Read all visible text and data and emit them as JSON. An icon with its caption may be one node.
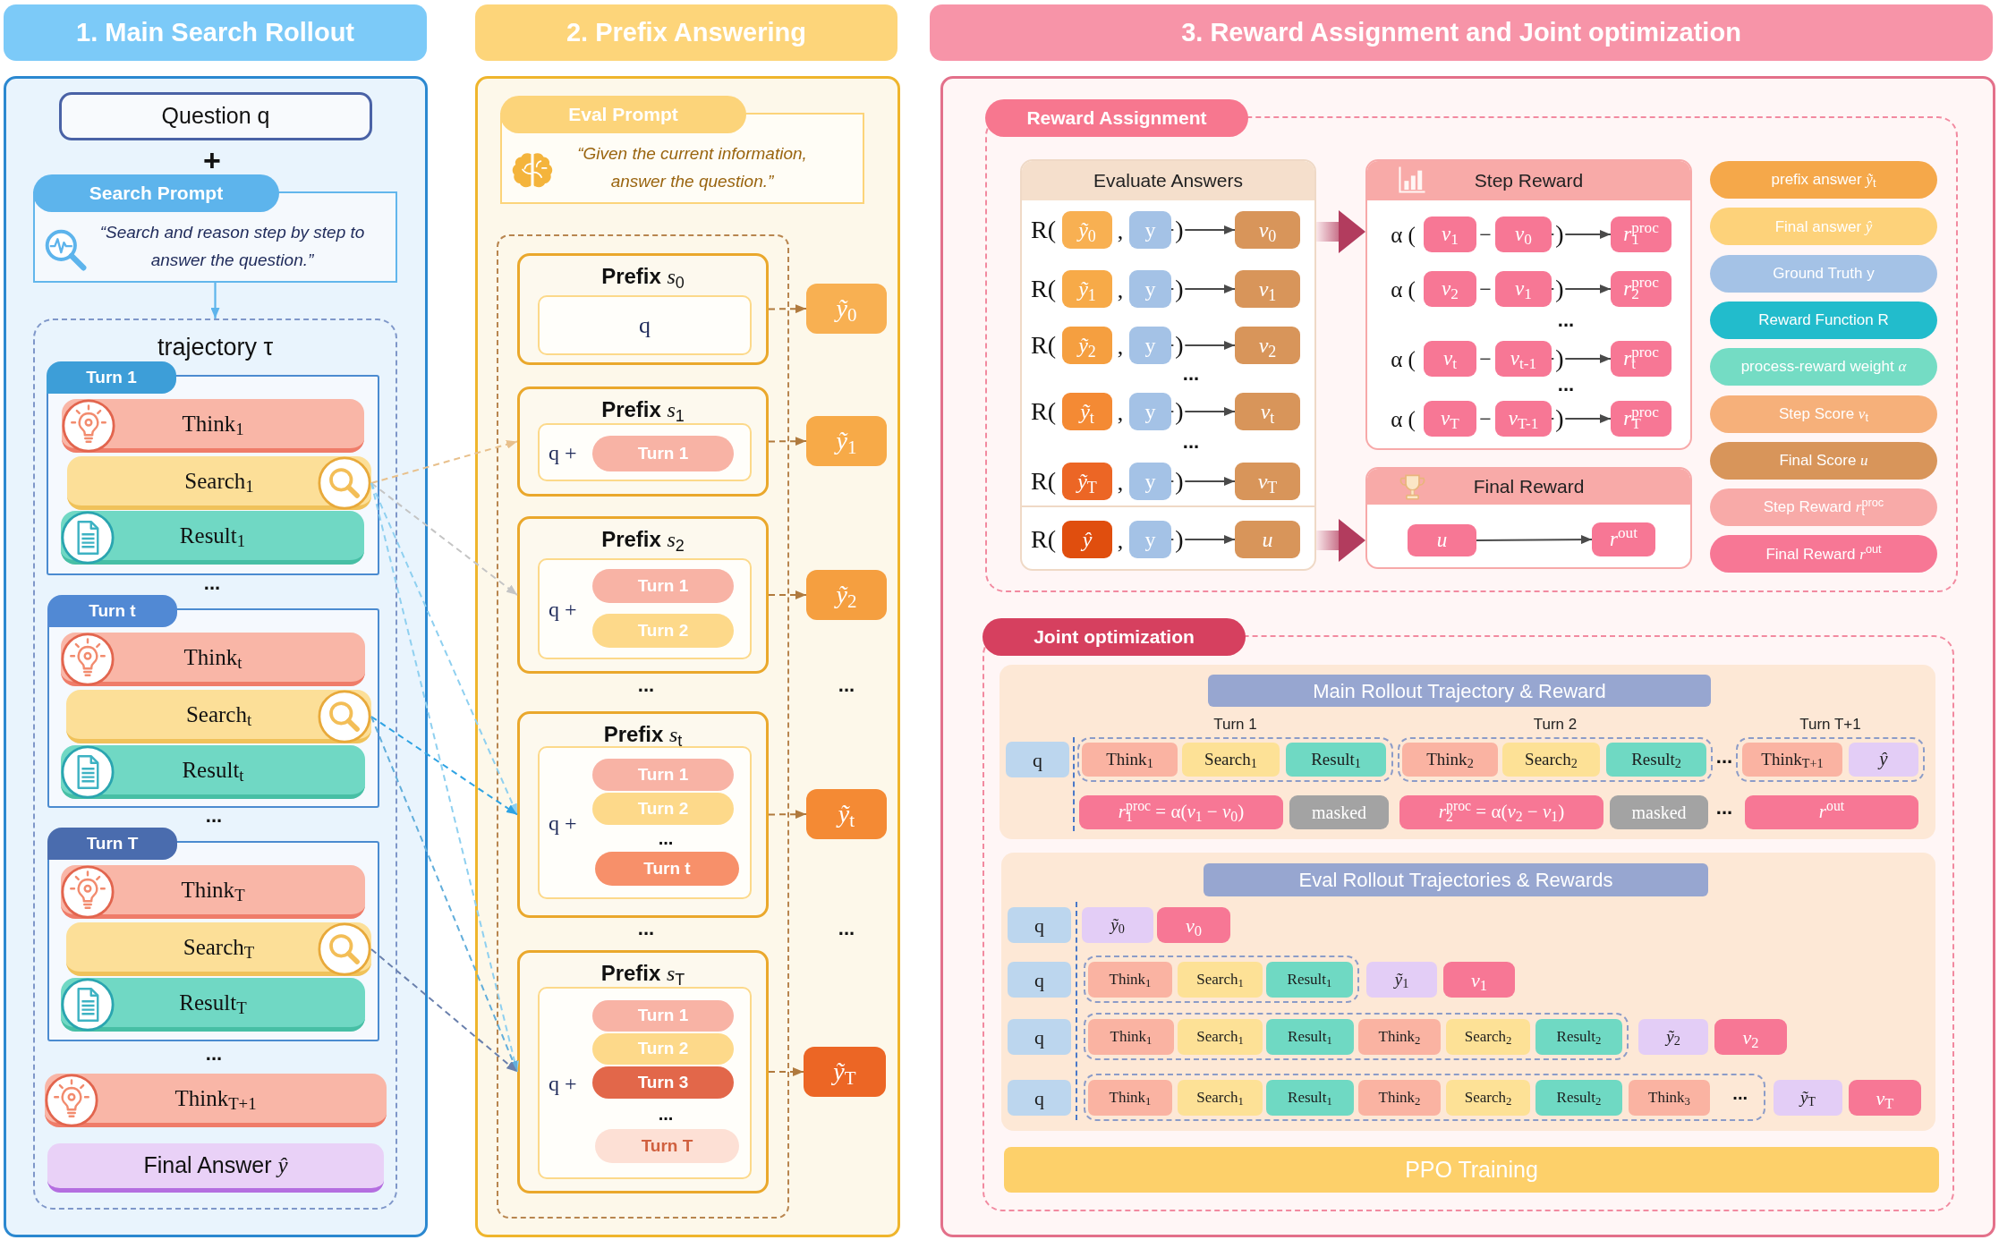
{
  "diagram": {
    "nodes": [
      {
        "text": [
          "1. Main Search Rollout"
        ]
      },
      {
        "text": [],
        "shape": "box"
      },
      {
        "text": [
          "Question q"
        ],
        "in": 1
      },
      {
        "text": [
          "Search Prompt",
          "“Search and reason step by step to answer the question.”"
        ],
        "in": 1
      },
      {
        "text": [
          "trajectory τ"
        ],
        "in": 1
      },
      {
        "text": [
          "Turn 1"
        ],
        "in": 4
      },
      {
        "text": [
          "Think$_{1}$"
        ],
        "in": 5
      },
      {
        "text": [
          "Search$_{1}$"
        ],
        "in": 5
      },
      {
        "text": [
          "Result$_{1}$"
        ],
        "in": 5
      },
      {
        "text": [
          "Turn t"
        ],
        "in": 4
      },
      {
        "text": [
          "Think$_{t}$"
        ],
        "in": 9
      },
      {
        "text": [
          "Search$_{t}$"
        ],
        "in": 9
      },
      {
        "text": [
          "Result$_{t}$"
        ],
        "in": 9
      },
      {
        "text": [
          "Turn T"
        ],
        "in": 4
      },
      {
        "text": [
          "Think$_{T}$"
        ],
        "in": 13
      },
      {
        "text": [
          "Search$_{T}$"
        ],
        "in": 13
      },
      {
        "text": [
          "Result$_{T}$"
        ],
        "in": 13
      },
      {
        "text": [
          "Think$_{T+1}$"
        ],
        "in": 4
      },
      {
        "text": [
          "Final Answer *ŷ*"
        ],
        "in": 4
      },
      {
        "text": [
          "2. Prefix Answering"
        ]
      },
      {
        "text": [],
        "shape": "box"
      },
      {
        "text": [
          "Eval Prompt",
          "“Given the current information, answer the question.”"
        ],
        "in": 20
      },
      {
        "text": [],
        "shape": "box",
        "in": 20
      },
      {
        "text": [
          "**Prefix** *s*$_{0}$"
        ],
        "in": 22
      },
      {
        "text": [
          "q"
        ],
        "in": 23
      },
      {
        "text": [
          "**Prefix** *s*$_{1}$"
        ],
        "in": 22
      },
      {
        "text": [
          "q +"
        ],
        "in": 25
      },
      {
        "text": [
          "Turn 1"
        ],
        "in": 26
      },
      {
        "text": [
          "**Prefix** *s*$_{2}$"
        ],
        "in": 22
      },
      {
        "text": [
          "q +"
        ],
        "in": 28
      },
      {
        "text": [
          "Turn 1"
        ],
        "in": 29
      },
      {
        "text": [
          "Turn 2"
        ],
        "in": 29
      },
      {
        "text": [
          "**Prefix** *s*$_{t}$"
        ],
        "in": 22
      },
      {
        "text": [
          "q +",
          "..."
        ],
        "in": 32
      },
      {
        "text": [
          "Turn 1"
        ],
        "in": 33
      },
      {
        "text": [
          "Turn 2"
        ],
        "in": 33
      },
      {
        "text": [
          "Turn t"
        ],
        "in": 33
      },
      {
        "text": [
          "**Prefix** *s*$_{T}$"
        ],
        "in": 22
      },
      {
        "text": [
          "q +",
          "..."
        ],
        "in": 37
      },
      {
        "text": [
          "Turn 1"
        ],
        "in": 38
      },
      {
        "text": [
          "Turn 2"
        ],
        "in": 38
      },
      {
        "text": [
          "Turn 3"
        ],
        "in": 38
      },
      {
        "text": [
          "Turn T"
        ],
        "in": 38
      },
      {
        "text": [
          "*ỹ*$_{0}$"
        ],
        "in": 20
      },
      {
        "text": [
          "*ỹ*$_{1}$"
        ],
        "in": 20
      },
      {
        "text": [
          "*ỹ*$_{2}$"
        ],
        "in": 20
      },
      {
        "text": [
          "*ỹ*$_{t}$"
        ],
        "in": 20
      },
      {
        "text": [
          "*ỹ*$_{T}$"
        ],
        "in": 20
      },
      {
        "text": [
          "3. Reward Assignment and Joint optimization"
        ]
      },
      {
        "text": [],
        "shape": "box"
      },
      {
        "text": [
          "Reward Assignment"
        ],
        "in": 49
      },
      {
        "text": [
          "Evaluate Answers"
        ],
        "in": 50
      },
      {
        "text": [
          "*ỹ*$_{0}$"
        ],
        "in": 51
      },
      {
        "text": [
          "y"
        ],
        "in": 51
      },
      {
        "text": [
          "*v*$_{0}$"
        ],
        "in": 51
      },
      {
        "text": [
          "*ỹ*$_{1}$"
        ],
        "in": 51
      },
      {
        "text": [
          "y"
        ],
        "in": 51
      },
      {
        "text": [
          "*v*$_{1}$"
        ],
        "in": 51
      },
      {
        "text": [
          "*ỹ*$_{2}$"
        ],
        "in": 51
      },
      {
        "text": [
          "y"
        ],
        "in": 51
      },
      {
        "text": [
          "*v*$_{2}$"
        ],
        "in": 51
      },
      {
        "text": [
          "*ỹ*$_{t}$"
        ],
        "in": 51
      },
      {
        "text": [
          "y"
        ],
        "in": 51
      },
      {
        "text": [
          "*v*$_{t}$"
        ],
        "in": 51
      },
      {
        "text": [
          "*ỹ*$_{T}$"
        ],
        "in": 51
      },
      {
        "text": [
          "y"
        ],
        "in": 51
      },
      {
        "text": [
          "*v*$_{T}$"
        ],
        "in": 51
      },
      {
        "text": [
          "*ŷ*"
        ],
        "in": 51
      },
      {
        "text": [
          "y"
        ],
        "in": 51
      },
      {
        "text": [
          "*u*"
        ],
        "in": 51
      },
      {
        "text": [
          "Step Reward"
        ],
        "in": 50
      },
      {
        "text": [
          "*v*$_{1}$"
        ],
        "in": 70
      },
      {
        "text": [
          "*v*$_{0}$"
        ],
        "in": 70
      },
      {
        "text": [
          "*r*$_{1}$$^{proc}$"
        ],
        "in": 70
      },
      {
        "text": [
          "*v*$_{2}$"
        ],
        "in": 70
      },
      {
        "text": [
          "*v*$_{1}$"
        ],
        "in": 70
      },
      {
        "text": [
          "*r*$_{2}$$^{proc}$"
        ],
        "in": 70
      },
      {
        "text": [
          "*v*$_{t}$"
        ],
        "in": 70
      },
      {
        "text": [
          "*v*$_{t-1}$"
        ],
        "in": 70
      },
      {
        "text": [
          "*r*$_{t}$$^{proc}$"
        ],
        "in": 70
      },
      {
        "text": [
          "*v*$_{T}$"
        ],
        "in": 70
      },
      {
        "text": [
          "*v*$_{T-1}$"
        ],
        "in": 70
      },
      {
        "text": [
          "*r*$_{T}$$^{proc}$"
        ],
        "in": 70
      },
      {
        "text": [
          "Final Reward"
        ],
        "in": 50
      },
      {
        "text": [
          "*u*"
        ],
        "in": 83
      },
      {
        "text": [
          "*r*$^{out}$"
        ],
        "in": 83
      },
      {
        "text": [
          "Joint optimization"
        ],
        "in": 49
      },
      {
        "text": [
          "Main Rollout Trajectory & Reward"
        ],
        "in": 86
      },
      {
        "text": [
          "q"
        ],
        "in": 87
      },
      {
        "text": [],
        "shape": "box",
        "beside": [
          "Turn 1"
        ],
        "in": 87
      },
      {
        "text": [
          "Think$_{1}$"
        ],
        "in": 89
      },
      {
        "text": [
          "Search$_{1}$"
        ],
        "in": 89
      },
      {
        "text": [
          "Result$_{1}$"
        ],
        "in": 89
      },
      {
        "text": [],
        "shape": "box",
        "beside": [
          "Turn 2"
        ],
        "in": 87
      },
      {
        "text": [
          "Think$_{2}$"
        ],
        "in": 93
      },
      {
        "text": [
          "Search$_{2}$"
        ],
        "in": 93
      },
      {
        "text": [
          "Result$_{2}$"
        ],
        "in": 93
      },
      {
        "text": [],
        "shape": "box",
        "beside": [
          "Turn T+1"
        ],
        "in": 87
      },
      {
        "text": [
          "Think$_{T+1}$"
        ],
        "in": 97
      },
      {
        "text": [
          "*ŷ*"
        ],
        "in": 97
      },
      {
        "text": [
          "*r*$_{1}$$^{proc}$ = α(*v*$_{1}$ − *v*$_{0}$)"
        ],
        "in": 87
      },
      {
        "text": [
          "masked"
        ],
        "in": 87
      },
      {
        "text": [
          "*r*$_{2}$$^{proc}$ = α(*v*$_{2}$ − *v*$_{1}$)"
        ],
        "in": 87
      },
      {
        "text": [
          "masked"
        ],
        "in": 87
      },
      {
        "text": [
          "*r*$^{out}$"
        ],
        "in": 87
      },
      {
        "text": [
          "Eval Rollout Trajectories & Rewards"
        ],
        "in": 86
      },
      {
        "text": [
          "q"
        ],
        "in": 105
      },
      {
        "text": [
          "*ỹ*$_{0}$"
        ],
        "in": 105
      },
      {
        "text": [
          "*v*$_{0}$"
        ],
        "in": 105
      },
      {
        "text": [
          "q"
        ],
        "in": 105
      },
      {
        "text": [],
        "shape": "box",
        "in": 105
      },
      {
        "text": [
          "Think$_{1}$"
        ],
        "in": 110
      },
      {
        "text": [
          "Search$_{1}$"
        ],
        "in": 110
      },
      {
        "text": [
          "Result$_{1}$"
        ],
        "in": 110
      },
      {
        "text": [
          "*ỹ*$_{1}$"
        ],
        "in": 105
      },
      {
        "text": [
          "*v*$_{1}$"
        ],
        "in": 105
      },
      {
        "text": [
          "q"
        ],
        "in": 105
      },
      {
        "text": [],
        "shape": "box",
        "in": 105
      },
      {
        "text": [
          "Think$_{1}$"
        ],
        "in": 117
      },
      {
        "text": [
          "Search$_{1}$"
        ],
        "in": 117
      },
      {
        "text": [
          "Result$_{1}$"
        ],
        "in": 117
      },
      {
        "text": [
          "Think$_{2}$"
        ],
        "in": 117
      },
      {
        "text": [
          "Search$_{2}$"
        ],
        "in": 117
      },
      {
        "text": [
          "Result$_{2}$"
        ],
        "in": 117
      },
      {
        "text": [
          "*ỹ*$_{2}$"
        ],
        "in": 105
      },
      {
        "text": [
          "*v*$_{2}$"
        ],
        "in": 105
      },
      {
        "text": [
          "q"
        ],
        "in": 105
      },
      {
        "text": [
          "..."
        ],
        "in": 105
      },
      {
        "text": [
          "Think$_{1}$"
        ],
        "in": 127
      },
      {
        "text": [
          "Search$_{1}$"
        ],
        "in": 127
      },
      {
        "text": [
          "Result$_{1}$"
        ],
        "in": 127
      },
      {
        "text": [
          "Think$_{2}$"
        ],
        "in": 127
      },
      {
        "text": [
          "Search$_{2}$"
        ],
        "in": 127
      },
      {
        "text": [
          "Result$_{2}$"
        ],
        "in": 127
      },
      {
        "text": [
          "Think$_{3}$"
        ],
        "in": 127
      },
      {
        "text": [
          "*ỹ*$_{T}$"
        ],
        "in": 105
      },
      {
        "text": [
          "*v*$_{T}$"
        ],
        "in": 105
      },
      {
        "text": [
          "PPO Training"
        ],
        "in": 86
      }
    ],
    "edges": [
      {
        "from": 3,
        "to": 4,
        "arrow": "to",
        "color": "#5db4ec"
      },
      {
        "from": 7,
        "to": 25,
        "arrow": "to",
        "style": "dashed",
        "color": "#e8c08c"
      },
      {
        "from": 7,
        "to": 28,
        "arrow": "to",
        "style": "dashed",
        "color": "#c4c4c4"
      },
      {
        "from": 7,
        "to": 32,
        "arrow": "to",
        "style": "dashed",
        "color": "#8fd0f0"
      },
      {
        "from": 7,
        "to": 37,
        "arrow": "to",
        "style": "dashed",
        "color": "#8fd0f0"
      },
      {
        "from": 11,
        "to": 32,
        "arrow": "to",
        "style": "dashed",
        "color": "#2ea3e3"
      },
      {
        "from": 11,
        "to": 37,
        "arrow": "to",
        "style": "dashed",
        "color": "#62aedb"
      },
      {
        "from": 15,
        "to": 37,
        "arrow": "to",
        "style": "dashed",
        "color": "#6a80ad"
      },
      {
        "from": 23,
        "to": 43,
        "arrow": "to",
        "style": "dashed",
        "color": "#b07a3e"
      },
      {
        "from": 25,
        "to": 44,
        "arrow": "to",
        "style": "dashed",
        "color": "#b07a3e"
      },
      {
        "from": 28,
        "to": 45,
        "arrow": "to",
        "style": "dashed",
        "color": "#b07a3e"
      },
      {
        "from": 32,
        "to": 46,
        "arrow": "to",
        "style": "dashed",
        "color": "#b07a3e"
      },
      {
        "from": 37,
        "to": 47,
        "arrow": "to",
        "style": "dashed",
        "color": "#b07a3e"
      },
      {
        "from": 53,
        "to": 54,
        "arrow": "to"
      },
      {
        "from": 56,
        "to": 57,
        "arrow": "to"
      },
      {
        "from": 59,
        "to": 60,
        "arrow": "to"
      },
      {
        "from": 62,
        "to": 63,
        "arrow": "to"
      },
      {
        "from": 65,
        "to": 66,
        "arrow": "to"
      },
      {
        "from": 68,
        "to": 69,
        "arrow": "to"
      },
      {
        "from": 72,
        "to": 73,
        "arrow": "to"
      },
      {
        "from": 75,
        "to": 76,
        "arrow": "to"
      },
      {
        "from": 78,
        "to": 79,
        "arrow": "to"
      },
      {
        "from": 81,
        "to": 82,
        "arrow": "to"
      },
      {
        "from": 84,
        "to": 85,
        "arrow": "to"
      },
      {
        "from": 51,
        "to": 70,
        "arrow": "to",
        "style": "thick",
        "color": "#b23c5e"
      },
      {
        "from": 51,
        "to": 83,
        "arrow": "to",
        "style": "thick",
        "color": "#b23c5e"
      }
    ],
    "labels": [
      "+",
      "...",
      "...",
      "...",
      "...",
      "...",
      "...",
      "...",
      "R(",
      ",",
      ")",
      "R(",
      ",",
      ")",
      "R(",
      ",",
      ")",
      "...",
      "R(",
      ",",
      ")",
      "...",
      "R(",
      ",",
      ")",
      "R(",
      ",",
      ")",
      "α (",
      "−",
      ")",
      "α (",
      "−",
      ")",
      "...",
      "α (",
      "−",
      ")",
      "...",
      "α (",
      "−",
      ")",
      "...",
      "..."
    ],
    "legend": [
      {
        "text": "prefix answer *ỹ*$_{t}$",
        "color": "#f5a84a"
      },
      {
        "text": "Final answer *ŷ*",
        "color": "#fdd27a"
      },
      {
        "text": "Ground Truth y",
        "color": "#a4c2e6"
      },
      {
        "text": "Reward Function R",
        "color": "#22bccc"
      },
      {
        "text": "process-reward weight *α*",
        "color": "#74dcc4"
      },
      {
        "text": "Step Score *v*$_{t}$",
        "color": "#f6b07a"
      },
      {
        "text": "Final Score *u*",
        "color": "#d8955a"
      },
      {
        "text": "Step Reward *r*$_{t}$$^{proc}$",
        "color": "#f8aaa8"
      },
      {
        "text": "Final Reward *r*$^{out}$",
        "color": "#f77795"
      }
    ]
  }
}
